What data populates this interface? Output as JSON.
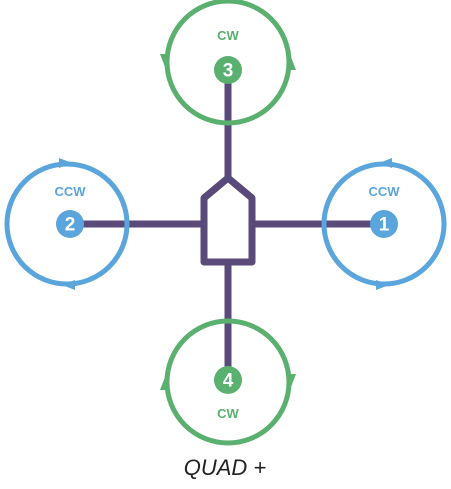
{
  "colors": {
    "frame": "#5a4a7a",
    "cw": "#5ab06e",
    "ccw": "#5aa5dc",
    "body_fill": "#ffffff",
    "caption": "#222222"
  },
  "caption": "QUAD +",
  "body_shape": "arrow-pointing-up",
  "motors": [
    {
      "number": "1",
      "direction": "CCW",
      "position": "right"
    },
    {
      "number": "2",
      "direction": "CCW",
      "position": "left"
    },
    {
      "number": "3",
      "direction": "CW",
      "position": "top"
    },
    {
      "number": "4",
      "direction": "CW",
      "position": "bottom"
    }
  ]
}
